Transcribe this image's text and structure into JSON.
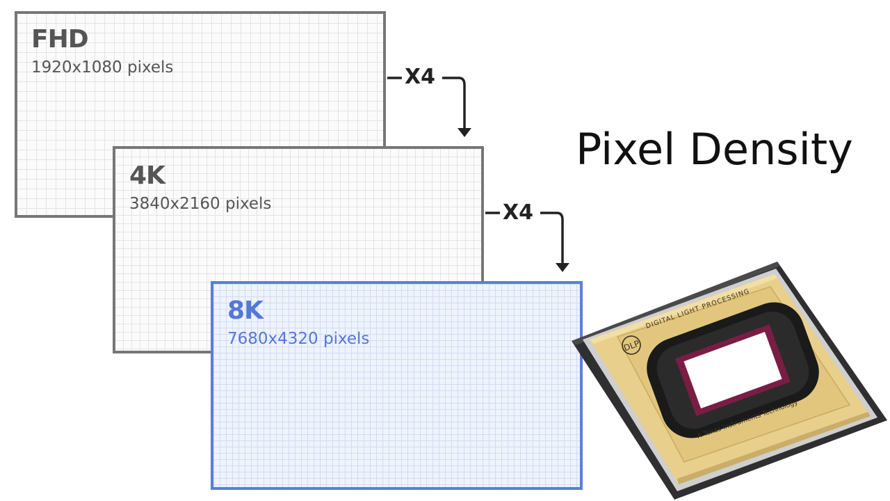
{
  "title": "Pixel Density",
  "panels": [
    {
      "name": "FHD",
      "pixels": "1920x1080 pixels"
    },
    {
      "name": "4K",
      "pixels": "3840x2160 pixels"
    },
    {
      "name": "8K",
      "pixels": "7680x4320 pixels"
    }
  ],
  "multipliers": [
    "X4",
    "X4"
  ],
  "chip": {
    "logo": "DLP",
    "top_text": "DIGITAL LIGHT PROCESSING",
    "bottom_text": "A Texas Instruments Technology"
  },
  "colors": {
    "accent": "#5b7fd6",
    "panel_border": "#777777",
    "text_dark": "#111111"
  }
}
